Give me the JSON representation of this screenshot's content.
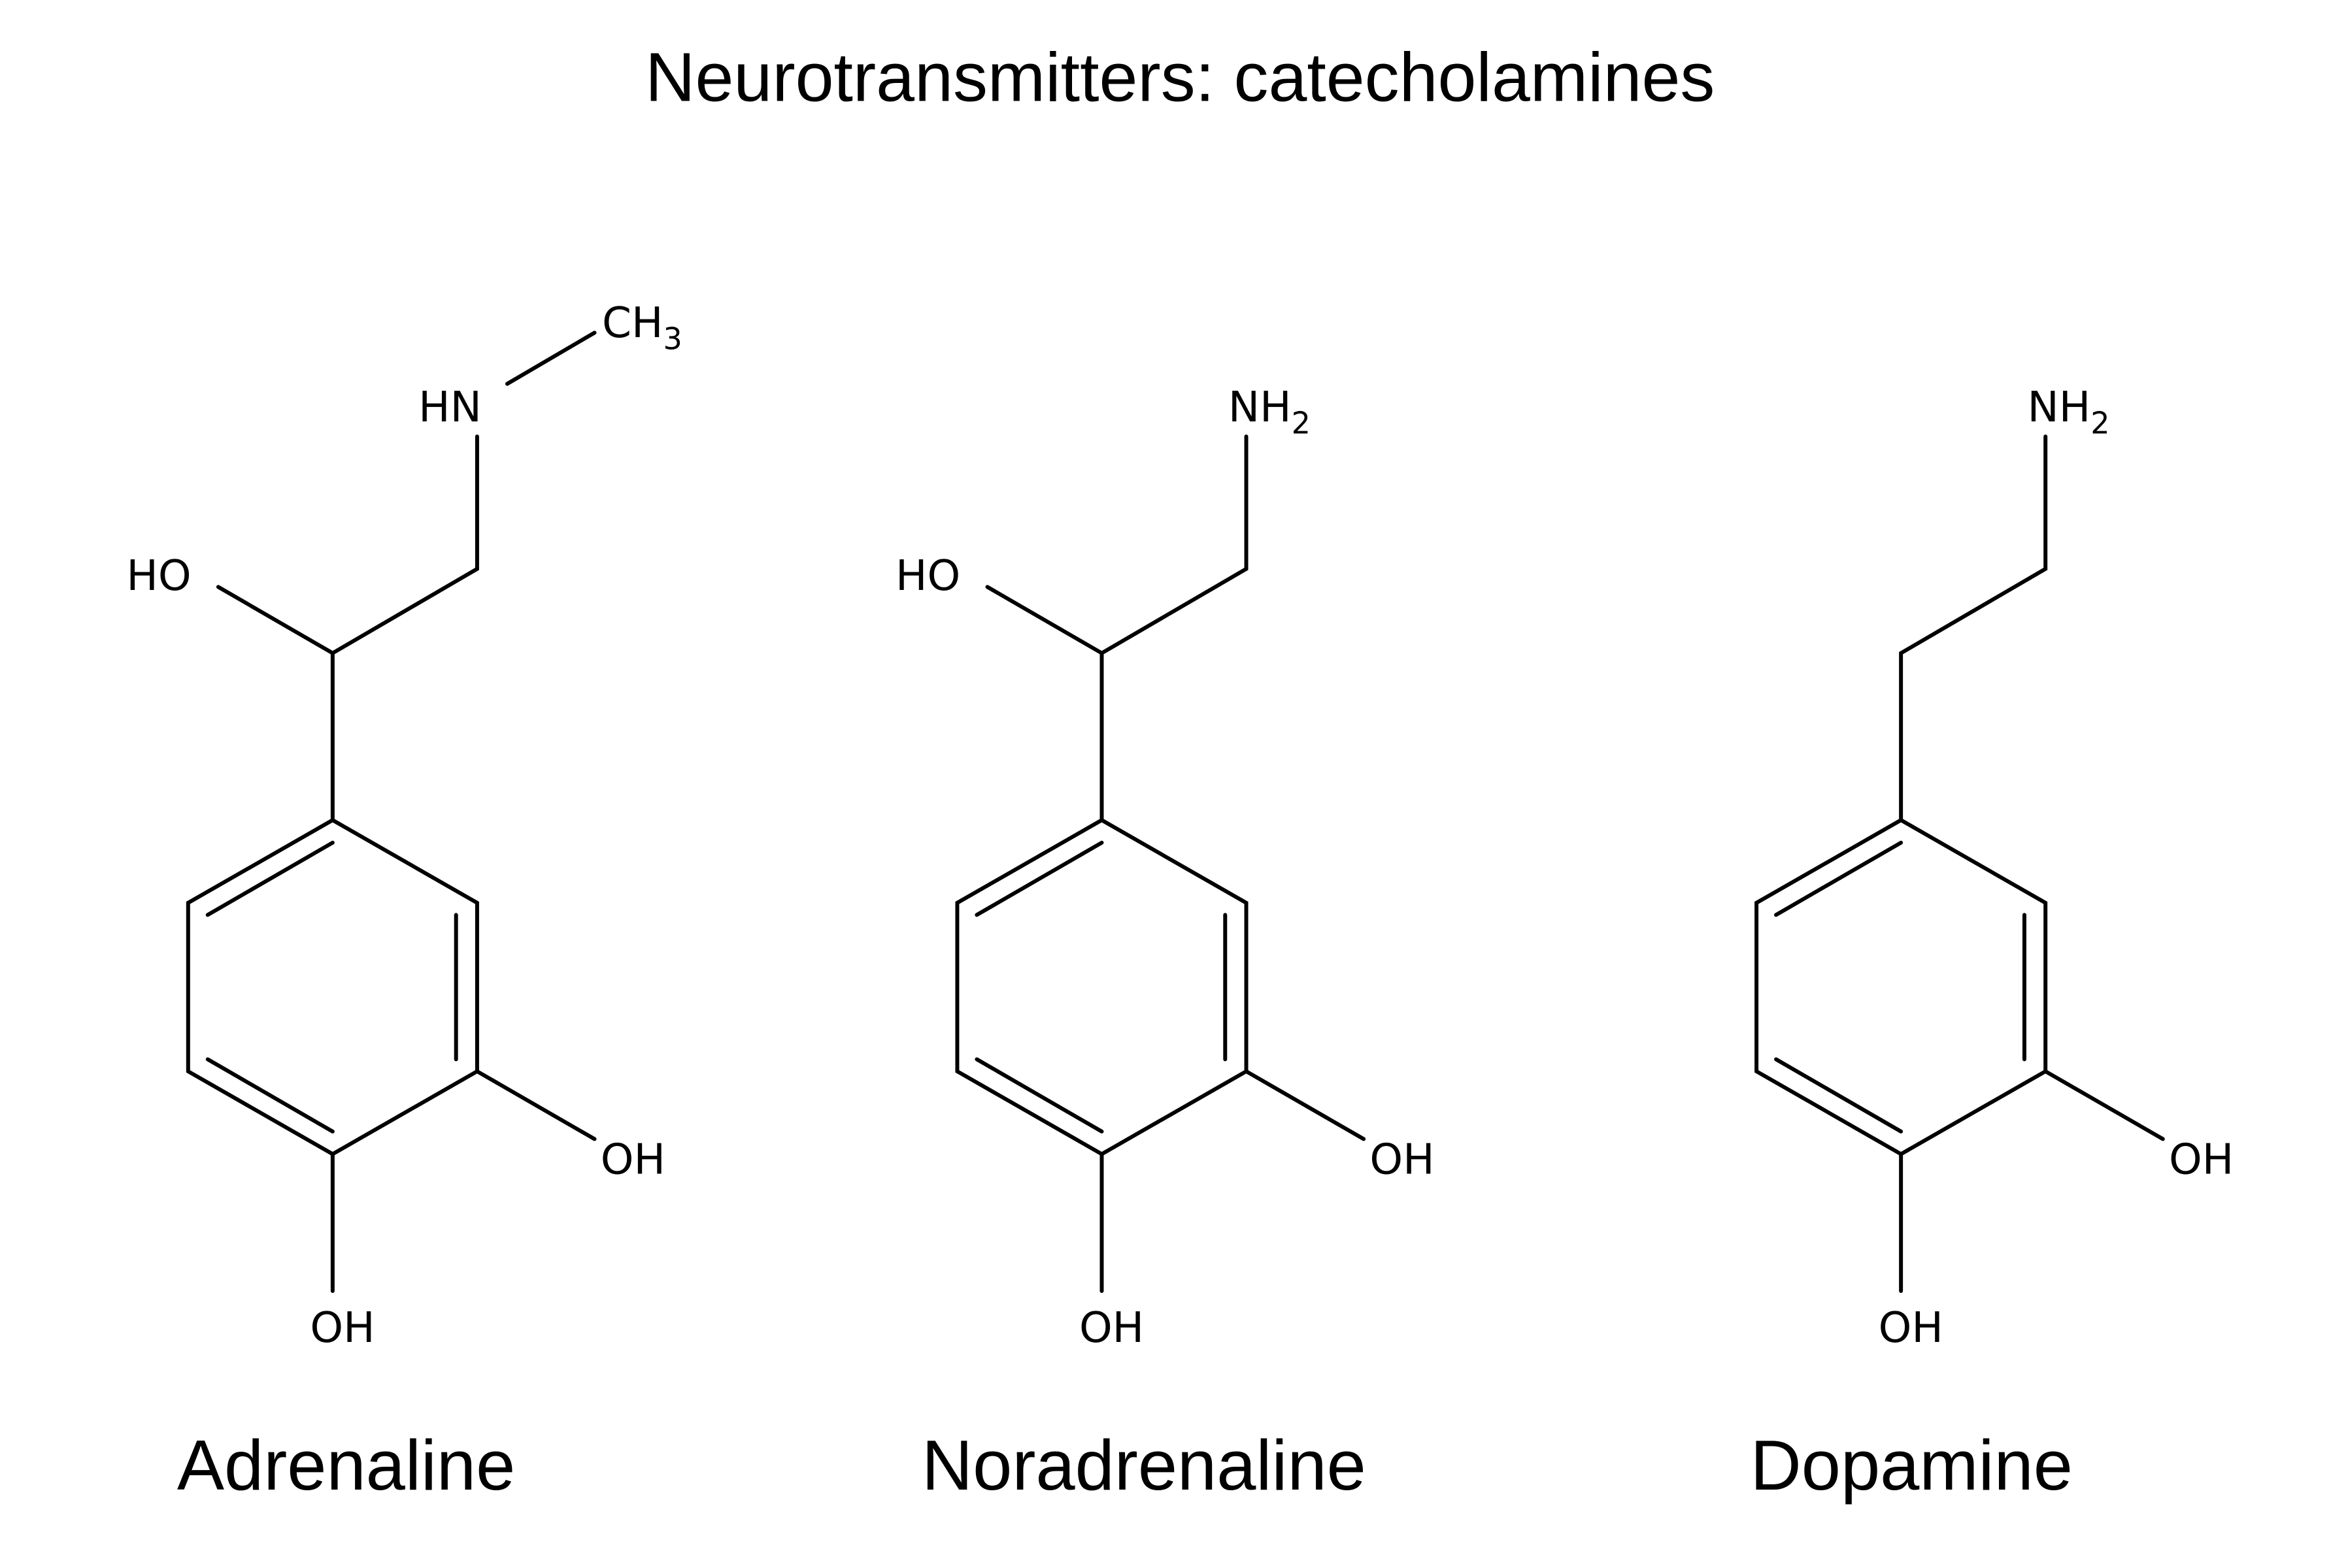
{
  "title": "Neurotransmitters: catecholamines",
  "molecules": [
    {
      "name": "Adrenaline",
      "ho": "HO",
      "oh_right": "OH",
      "oh_bottom": "OH",
      "amine_base": "HN",
      "methyl_base": "CH",
      "methyl_sub": "3"
    },
    {
      "name": "Noradrenaline",
      "ho": "HO",
      "oh_right": "OH",
      "oh_bottom": "OH",
      "amine_base": "NH",
      "amine_sub": "2"
    },
    {
      "name": "Dopamine",
      "oh_right": "OH",
      "oh_bottom": "OH",
      "amine_base": "NH",
      "amine_sub": "2"
    }
  ]
}
